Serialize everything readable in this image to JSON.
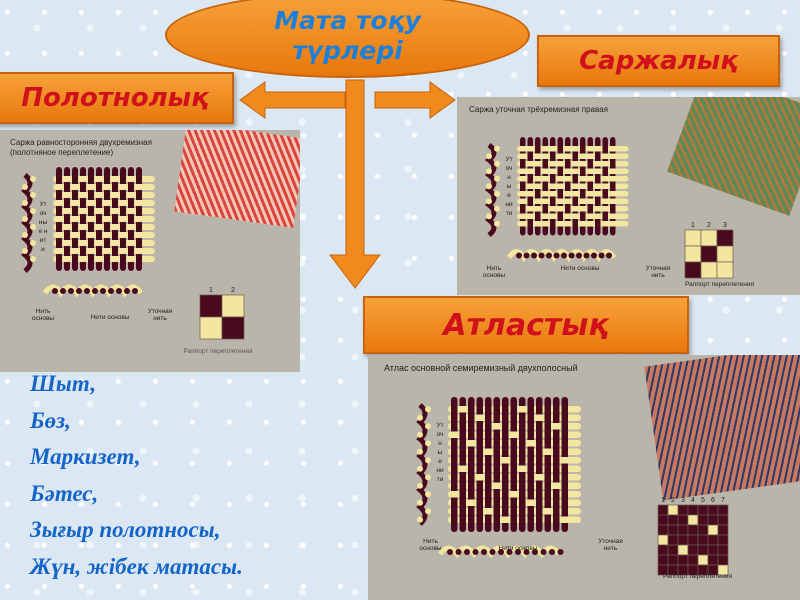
{
  "title": {
    "line1": "Мата тоқу",
    "line2": "түрлері"
  },
  "banners": {
    "plain": "Полотнолық",
    "twill": "Саржалық",
    "satin": "Атластық"
  },
  "colors": {
    "banner": "#f08a1c",
    "banner_text": "#d0101a",
    "title_text": "#1e7fd8",
    "list_text": "#1565c8",
    "warp": "#4a0a1e",
    "weft": "#f3e6a0"
  },
  "panels": {
    "plain": {
      "title": "Саржа равносторонняя двухремизная",
      "subtitle": "(полотняное переплетение)",
      "weft_label": "Уточные нити",
      "warp_label": "Нить основы",
      "warps_label": "Нити основы",
      "weft_single": "Уточная нить",
      "rapport_label": "Раппорт переплетения",
      "rapport_cols": [
        "1",
        "2"
      ]
    },
    "twill": {
      "title": "Саржа уточная трёхремизная правая",
      "weft_label": "Уточные нити",
      "warp_label": "Нить основы",
      "warps_label": "Нити основы",
      "weft_single": "Уточная нить",
      "rapport_label": "Раппорт переплетения",
      "rapport_cols": [
        "1",
        "2",
        "3"
      ]
    },
    "satin": {
      "title": "Атлас основной семиремизный двухполосный",
      "weft_label": "Уточные нити",
      "warp_label": "Нить основы",
      "warps_label": "Нити основы",
      "weft_single": "Уточная нить",
      "rapport_label": "Раппорт переплетения",
      "rapport_cols": [
        "1",
        "2",
        "3",
        "4",
        "5",
        "6",
        "7"
      ]
    }
  },
  "fabrics": [
    "Шыт,",
    "Бөз,",
    "Маркизет,",
    "Бәтес,",
    "Зығыр полотносы,",
    "Жүн, жібек матасы."
  ]
}
